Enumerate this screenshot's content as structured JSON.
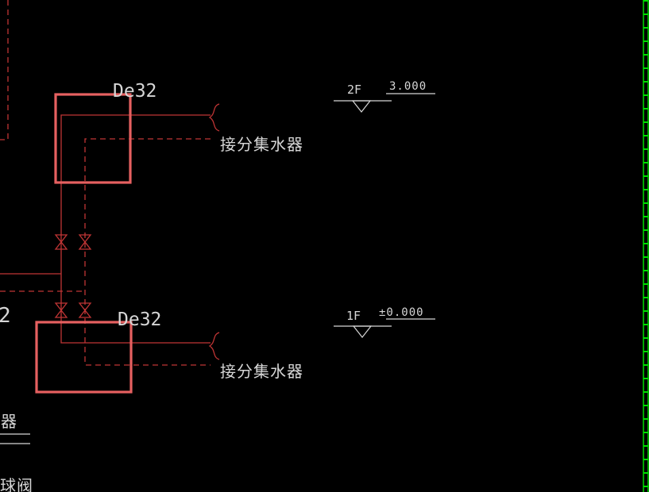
{
  "colors": {
    "background": "#000000",
    "pipe_red": "#c03535",
    "highlight_red": "#e66060",
    "text_gray": "#d6d6d6",
    "frame_green": "#00e000"
  },
  "labels": {
    "pipe_size_top": "De32",
    "pipe_size_bottom": "De32",
    "to_manifold_top": "接分集水器",
    "to_manifold_bottom": "接分集水器",
    "riser_partial": "2",
    "legend_partial_top": "器",
    "legend_partial_bottom": "球阀"
  },
  "levels": {
    "floor_2_label": "2F",
    "floor_2_elevation": "3.000",
    "floor_1_label": "1F",
    "floor_1_elevation": "±0.000"
  }
}
